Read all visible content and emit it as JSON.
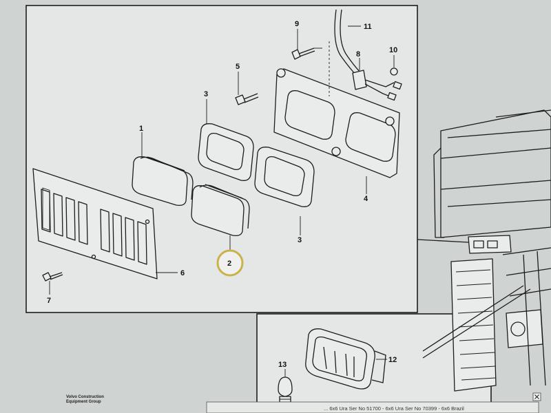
{
  "diagram": {
    "callouts": [
      {
        "id": "1",
        "label": "1"
      },
      {
        "id": "2",
        "label": "2"
      },
      {
        "id": "3a",
        "label": "3"
      },
      {
        "id": "3b",
        "label": "3"
      },
      {
        "id": "4",
        "label": "4"
      },
      {
        "id": "5",
        "label": "5"
      },
      {
        "id": "6",
        "label": "6"
      },
      {
        "id": "7",
        "label": "7"
      },
      {
        "id": "8",
        "label": "8"
      },
      {
        "id": "9",
        "label": "9"
      },
      {
        "id": "10",
        "label": "10"
      },
      {
        "id": "11",
        "label": "11"
      },
      {
        "id": "12",
        "label": "12"
      },
      {
        "id": "13",
        "label": "13"
      }
    ],
    "highlighted_callout": "2",
    "colors": {
      "background": "#cfd3d1",
      "panel": "#e4e7e5",
      "line": "#1c1c1c",
      "highlight": "#c9b24a"
    }
  },
  "footer": {
    "brand_line1": "Volvo Construction",
    "brand_line2": "Equipment Group",
    "text": "... 6x6 Ura  Ser No 51700 - 6x6 Ura  Ser No 70399 - 6x6 Brazil",
    "close_icon": "close-icon"
  }
}
